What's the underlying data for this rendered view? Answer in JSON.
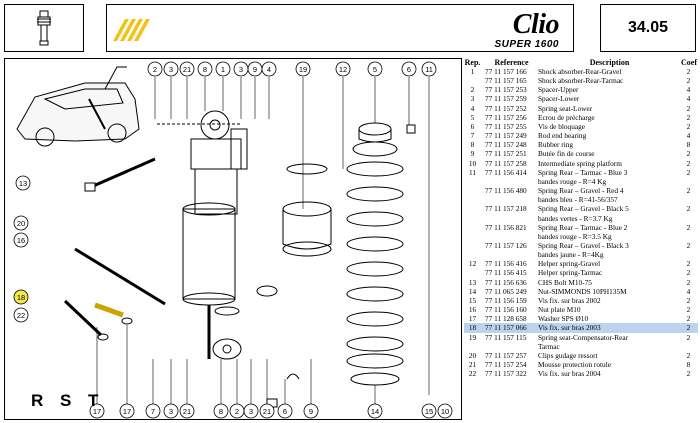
{
  "header": {
    "icon": "shock-absorber-icon",
    "brand_model": "Clio",
    "brand_version": "SUPER 1600",
    "page_number": "34.05"
  },
  "diagram": {
    "corner_label": "R S T",
    "highlight_color": "#f5e84a",
    "callouts": [
      "2",
      "3",
      "21",
      "8",
      "1",
      "3",
      "9",
      "4",
      "19",
      "12",
      "5",
      "6",
      "11",
      "13",
      "20",
      "16",
      "18",
      "22",
      "17",
      "17",
      "7",
      "3",
      "21",
      "8",
      "2",
      "3",
      "21",
      "6",
      "9",
      "14",
      "15",
      "10"
    ]
  },
  "table": {
    "headers": [
      "Rep.",
      "Reference",
      "Description",
      "Coef"
    ],
    "rows": [
      {
        "rep": "1",
        "ref": "77 11 157 166",
        "desc": "Shock absorber-Rear-Gravel",
        "coef": "2"
      },
      {
        "rep": "",
        "ref": "77 11 157 165",
        "desc": "Shock absorber-Rear-Tarmac",
        "coef": "2"
      },
      {
        "rep": "2",
        "ref": "77 11 157 253",
        "desc": "Spacer-Upper",
        "coef": "4"
      },
      {
        "rep": "3",
        "ref": "77 11 157 259",
        "desc": "Spacer-Lower",
        "coef": "4"
      },
      {
        "rep": "4",
        "ref": "77 11 157 252",
        "desc": "Spring seat-Lower",
        "coef": "2"
      },
      {
        "rep": "5",
        "ref": "77 11 157 256",
        "desc": "Ecrou de précharge",
        "coef": "2"
      },
      {
        "rep": "6",
        "ref": "77 11 157 255",
        "desc": "Vis de bloquage",
        "coef": "2"
      },
      {
        "rep": "7",
        "ref": "77 11 157 249",
        "desc": "Rod end bearing",
        "coef": "4"
      },
      {
        "rep": "8",
        "ref": "77 11 157 248",
        "desc": "Rubber ring",
        "coef": "8"
      },
      {
        "rep": "9",
        "ref": "77 11 157 251",
        "desc": "Butée fin de course",
        "coef": "2"
      },
      {
        "rep": "10",
        "ref": "77 11 157 258",
        "desc": "Intermediate spring platform",
        "coef": "2"
      },
      {
        "rep": "11",
        "ref": "77 11 156 414",
        "desc": "Spring Rear – Tarmac - Blue 3\nbandes rouge - R=4 Kg",
        "coef": "2"
      },
      {
        "rep": "",
        "ref": "77 11 156 480",
        "desc": "Spring Rear – Gravel - Red 4\nbandes bleu - R=41-56/357",
        "coef": "2"
      },
      {
        "rep": "",
        "ref": "77 11 157 218",
        "desc": "Spring Rear – Gravel - Black 5\nbandes vertes - R=3.7 Kg",
        "coef": "2"
      },
      {
        "rep": "",
        "ref": "77 11 156 821",
        "desc": "Spring Rear – Tarmac - Blue 2\nbandes rouge - R=3.5 Kg",
        "coef": "2"
      },
      {
        "rep": "",
        "ref": "77 11 157 126",
        "desc": "Spring Rear – Gravel - Black 3\nbandes jaune - R=4Kg",
        "coef": "2"
      },
      {
        "rep": "12",
        "ref": "77 11 156 416",
        "desc": "Helper spring-Gravel",
        "coef": "2"
      },
      {
        "rep": "",
        "ref": "77 11 156 415",
        "desc": "Helper spring-Tarmac",
        "coef": "2"
      },
      {
        "rep": "13",
        "ref": "77 11 156 636",
        "desc": "CHS Bolt M10-75",
        "coef": "2"
      },
      {
        "rep": "14",
        "ref": "77 11 065 249",
        "desc": "Nut-SIMMONDS 10PH135M",
        "coef": "4"
      },
      {
        "rep": "15",
        "ref": "77 11 156 159",
        "desc": "Vis fix. sur bras 2002",
        "coef": "2"
      },
      {
        "rep": "16",
        "ref": "77 11 156 160",
        "desc": "Nut plate M10",
        "coef": "2"
      },
      {
        "rep": "17",
        "ref": "77 11 128 658",
        "desc": "Washer SPS Ø10",
        "coef": "2"
      },
      {
        "rep": "18",
        "ref": "77 11 157 066",
        "desc": "Vis fix. sur bras 2003",
        "coef": "2",
        "selected": true
      },
      {
        "rep": "19",
        "ref": "77 11 157 115",
        "desc": "Spring seat-Compensator-Rear\nTarmac",
        "coef": "2"
      },
      {
        "rep": "20",
        "ref": "77 11 157 257",
        "desc": "Clips gudage ressort",
        "coef": "2"
      },
      {
        "rep": "21",
        "ref": "77 11 157 254",
        "desc": "Mousse protection rotule",
        "coef": "8"
      },
      {
        "rep": "22",
        "ref": "77 11 157 322",
        "desc": "Vis fix. sur bras 2004",
        "coef": "2"
      }
    ]
  },
  "colors": {
    "logo_stripes": "#f2c214",
    "selection": "#bcd3ee",
    "callout_highlight": "#f5e84a"
  }
}
